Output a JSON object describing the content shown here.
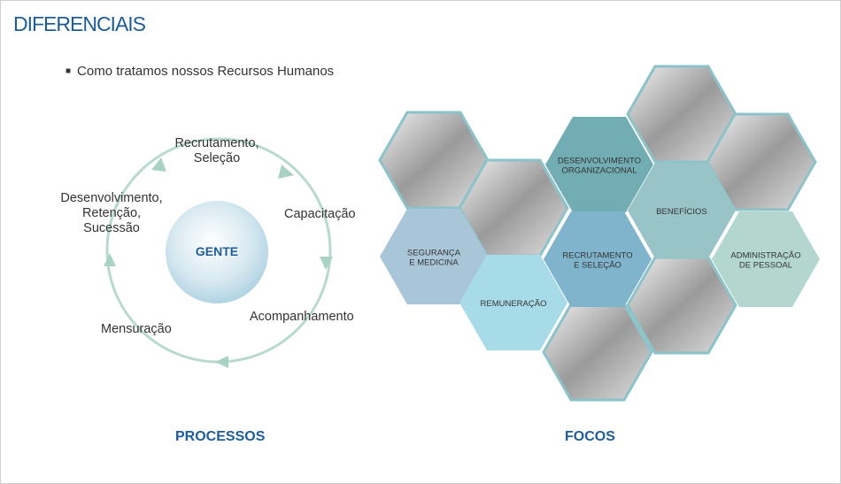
{
  "header": {
    "title": "DIFERENCIAIS",
    "bullet": "Como tratamos nossos Recursos Humanos"
  },
  "processes": {
    "center": "GENTE",
    "steps": [
      {
        "line1": "Recrutamento,",
        "line2": "Seleção"
      },
      {
        "line1": "Capacitação"
      },
      {
        "line1": "Acompanhamento"
      },
      {
        "line1": "Mensuração"
      },
      {
        "line1": "Desenvolvimento,",
        "line2": "Retenção,",
        "line3": "Sucessão"
      }
    ],
    "caption": "PROCESSOS"
  },
  "focos": {
    "caption": "FOCOS",
    "hexes": [
      {
        "line1": "SEGURANÇA",
        "line2": "E MEDICINA",
        "color": "#a9c6d9"
      },
      {
        "line1": "REMUNERAÇÃO",
        "color": "#a8dbe8"
      },
      {
        "line1": "DESENVOLVIMENTO",
        "line2": "ORGANIZACIONAL",
        "color": "#72adb3"
      },
      {
        "line1": "RECRUTAMENTO",
        "line2": "E SELEÇÃO",
        "color": "#80b4cd"
      },
      {
        "line1": "BENEFÍCIOS",
        "color": "#98c4c8"
      },
      {
        "line1": "ADMINISTRAÇÃO",
        "line2": "DE PESSOAL",
        "color": "#b3d7cf"
      }
    ]
  }
}
